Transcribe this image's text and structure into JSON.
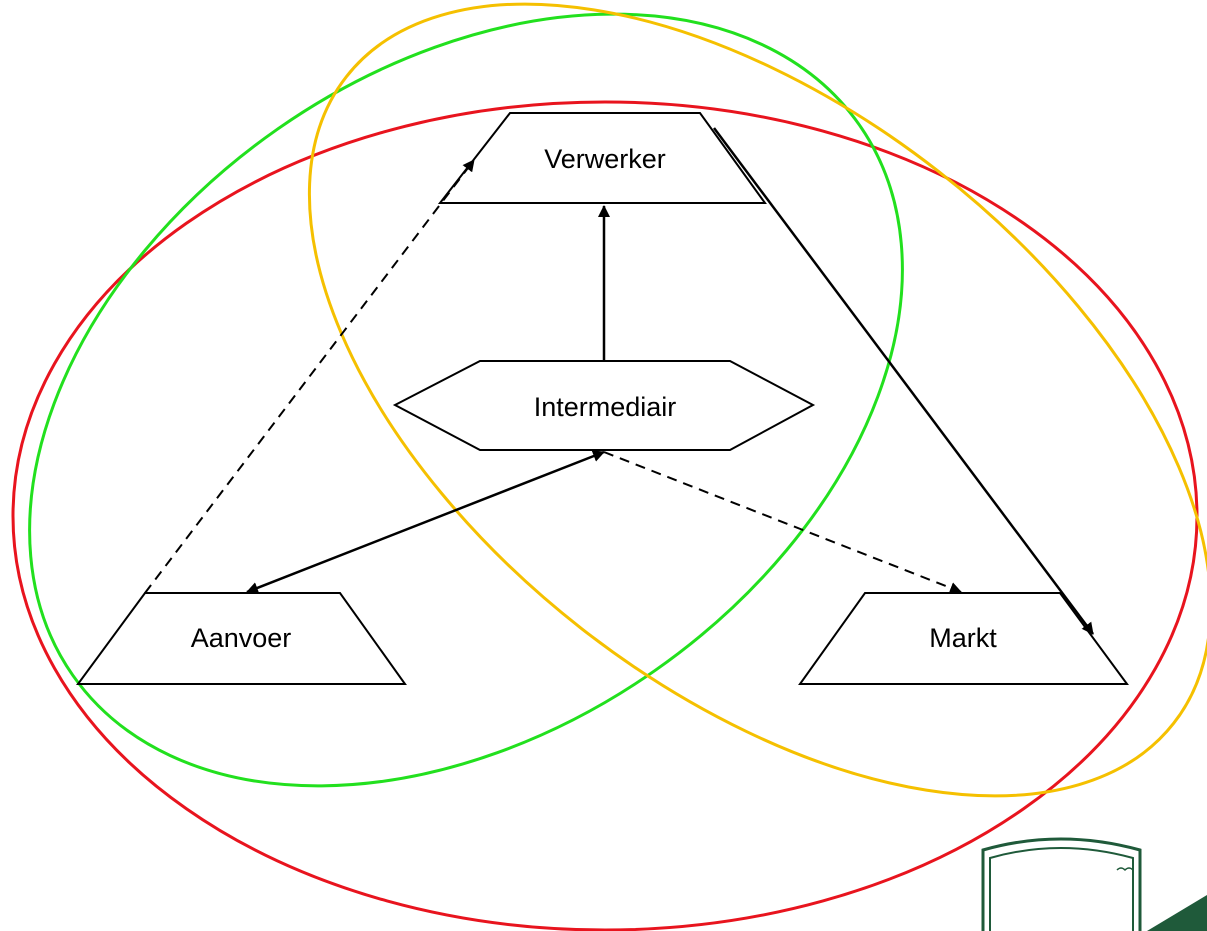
{
  "nodes": {
    "verwerker": {
      "label": "Verwerker"
    },
    "intermediair": {
      "label": "Intermediair"
    },
    "aanvoer": {
      "label": "Aanvoer"
    },
    "markt": {
      "label": "Markt"
    }
  },
  "colors": {
    "red_ellipse": "#e8141e",
    "green_ellipse": "#22e01e",
    "yellow_ellipse": "#f5c000",
    "line": "#000000",
    "logo": "#1f5a3a"
  },
  "edges": [
    {
      "from": "intermediair",
      "to": "verwerker",
      "style": "solid"
    },
    {
      "from": "verwerker",
      "to": "markt",
      "style": "solid"
    },
    {
      "from": "intermediair",
      "to": "aanvoer",
      "style": "solid",
      "bidirectional": true
    },
    {
      "from": "intermediair",
      "to": "markt",
      "style": "dashed"
    },
    {
      "from": "aanvoer",
      "to": "verwerker",
      "style": "dashed"
    }
  ],
  "logo": {
    "icon": "shield-logo-icon"
  }
}
